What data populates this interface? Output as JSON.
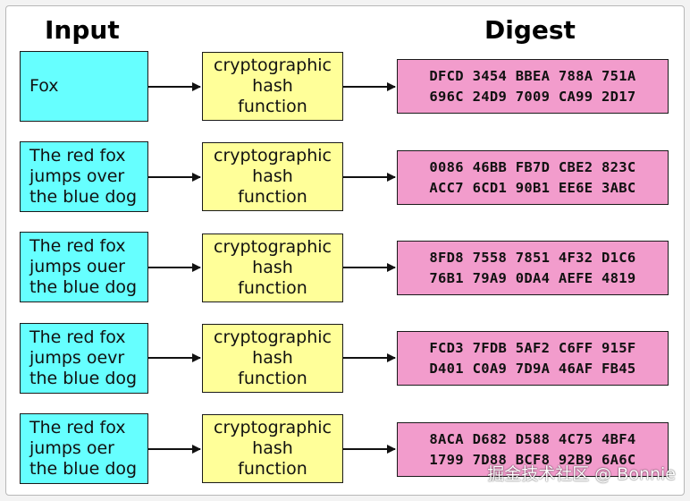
{
  "headers": {
    "input": "Input",
    "digest": "Digest"
  },
  "rows": [
    {
      "input": "Fox",
      "hash": "cryptographic\nhash\nfunction",
      "digest": "DFCD 3454 BBEA 788A 751A\n696C 24D9 7009 CA99 2D17"
    },
    {
      "input": "The red fox\njumps over\nthe blue dog",
      "hash": "cryptographic\nhash\nfunction",
      "digest": "0086 46BB FB7D CBE2 823C\nACC7 6CD1 90B1 EE6E 3ABC"
    },
    {
      "input": "The red fox\njumps ouer\nthe blue dog",
      "hash": "cryptographic\nhash\nfunction",
      "digest": "8FD8 7558 7851 4F32 D1C6\n76B1 79A9 0DA4 AEFE 4819"
    },
    {
      "input": "The red fox\njumps oevr\nthe blue dog",
      "hash": "cryptographic\nhash\nfunction",
      "digest": "FCD3 7FDB 5AF2 C6FF 915F\nD401 C0A9 7D9A 46AF FB45"
    },
    {
      "input": "The red fox\njumps oer\nthe blue dog",
      "hash": "cryptographic\nhash\nfunction",
      "digest": "8ACA D682 D588 4C75 4BF4\n1799 7D88 BCF8 92B9 6A6C"
    }
  ],
  "watermark": "掘金技术社区 @ Bonnie",
  "colors": {
    "input_fill": "#66ffff",
    "hash_fill": "#ffff99",
    "digest_fill": "#f29ccc",
    "border": "#1a1a1a"
  },
  "icons": {
    "connector": "arrow-right-icon"
  }
}
